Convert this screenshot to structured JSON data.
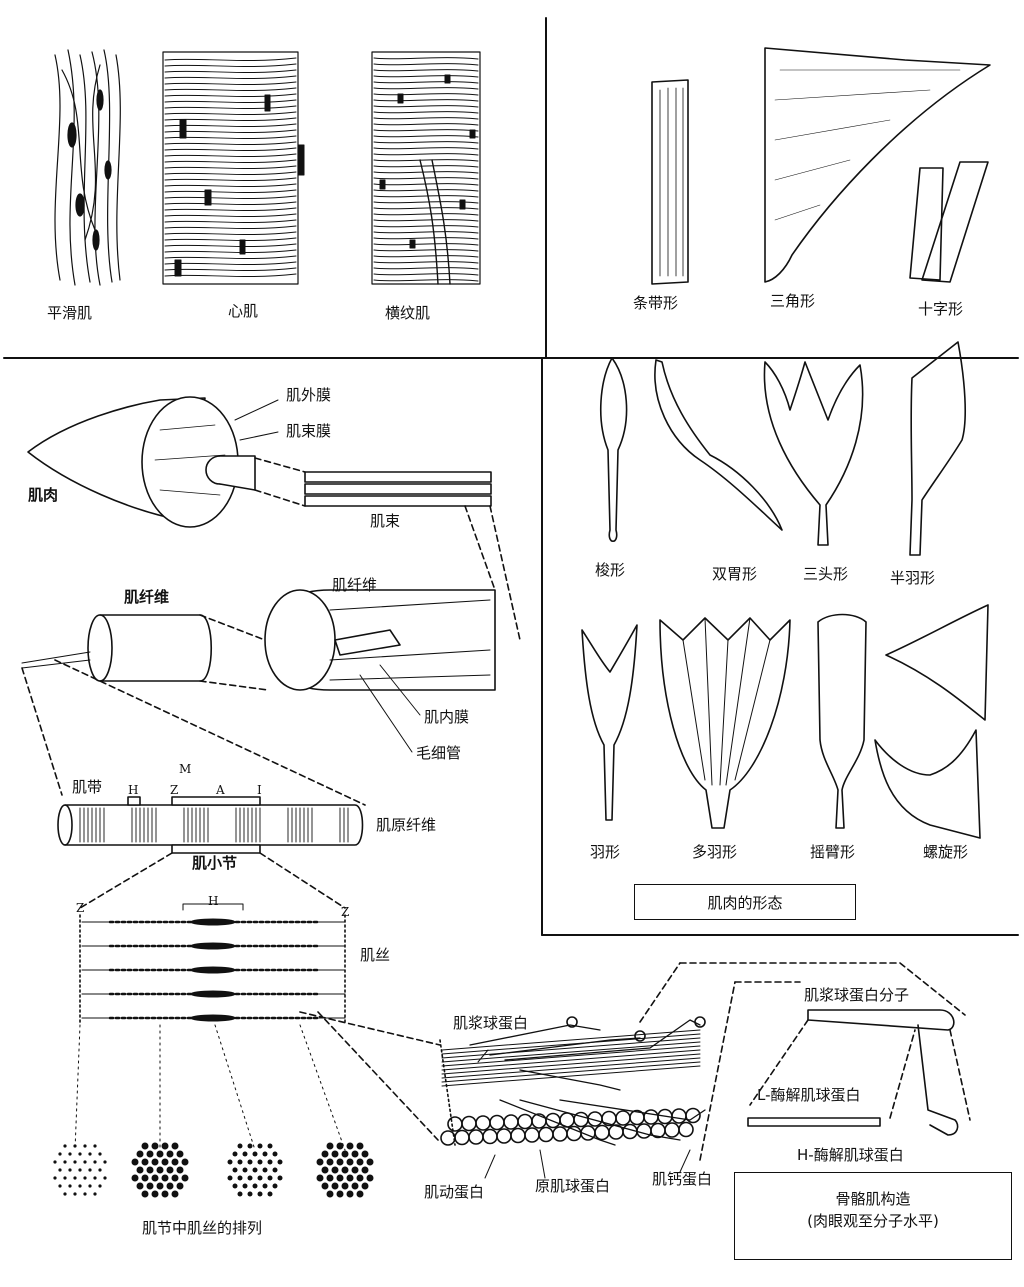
{
  "muscle_types": {
    "smooth": "平滑肌",
    "cardiac": "心肌",
    "striated": "横纹肌"
  },
  "shapes": {
    "strap": "条带形",
    "triangular": "三角形",
    "cruciate": "十字形",
    "fusiform": "梭形",
    "digastric": "双胃形",
    "three_headed": "三头形",
    "unipennate": "半羽形",
    "bipennate": "羽形",
    "multipennate": "多羽形",
    "arm_shaped": "摇臂形",
    "spiral": "螺旋形",
    "caption": "肌肉的形态"
  },
  "structure": {
    "epimysium": "肌外膜",
    "perimysium": "肌束膜",
    "muscle": "肌肉",
    "fascicle": "肌束",
    "fiber_bold": "肌纤维",
    "fiber": "肌纤维",
    "endomysium": "肌内膜",
    "capillary": "毛细管",
    "band": "肌带",
    "h": "H",
    "m": "M",
    "z": "Z",
    "a": "A",
    "i": "I",
    "myofibril": "肌原纤维",
    "sarcomere": "肌小节"
  },
  "filaments": {
    "z_left": "Z",
    "z_right": "Z",
    "h": "H",
    "myofilament": "肌丝",
    "arrangement": "肌节中肌丝的排列"
  },
  "molecular": {
    "myosin": "肌浆球蛋白",
    "actin": "肌动蛋白",
    "tropomyosin": "原肌球蛋白",
    "troponin": "肌钙蛋白",
    "myosin_molecule": "肌浆球蛋白分子",
    "l_meromyosin": "L-酶解肌球蛋白",
    "h_meromyosin": "H-酶解肌球蛋白"
  },
  "caption": {
    "line1": "骨骼肌构造",
    "line2": "(肉眼观至分子水平)"
  }
}
